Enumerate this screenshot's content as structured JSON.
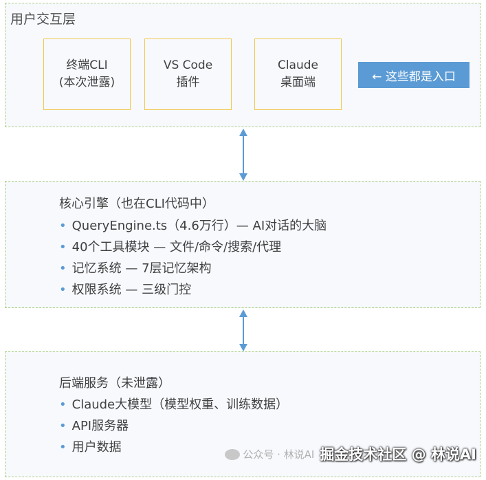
{
  "layers": {
    "ui": {
      "title": "用户交互层",
      "boxes": [
        {
          "line1": "终端CLI",
          "line2": "(本次泄露)"
        },
        {
          "line1": "VS Code",
          "line2": "插件"
        },
        {
          "line1": "Claude",
          "line2": "桌面端"
        }
      ],
      "callout": "← 这些都是入口"
    },
    "core": {
      "heading": "核心引擎（也在CLI代码中）",
      "bullets": [
        "QueryEngine.ts（4.6万行）— AI对话的大脑",
        "40个工具模块 — 文件/命令/搜索/代理",
        "记忆系统 — 7层记忆架构",
        "权限系统 — 三级门控"
      ]
    },
    "backend": {
      "heading": "后端服务（未泄露）",
      "bullets": [
        "Claude大模型（模型权重、训练数据）",
        "API服务器",
        "用户数据"
      ]
    }
  },
  "bullet_symbol": "•",
  "watermark": {
    "wechat": "公众号 · 林说AI",
    "site": "掘金技术社区 @ 林说AI"
  },
  "colors": {
    "layer_border": "#a9cf84",
    "box_border": "#f2c74f",
    "callout_bg": "#5b9bd5",
    "arrow": "#5b9bd5"
  }
}
